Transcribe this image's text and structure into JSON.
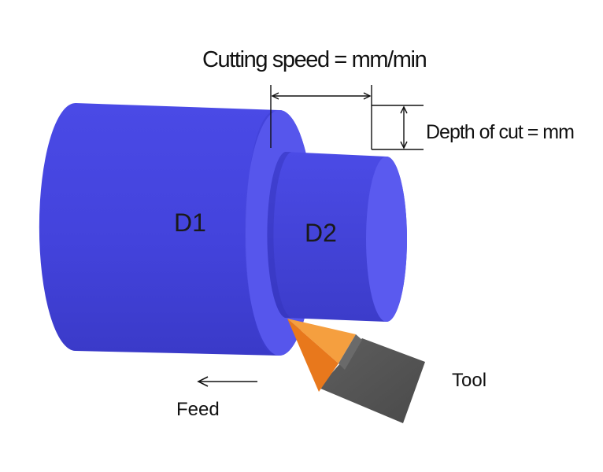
{
  "labels": {
    "cutting_speed": "Cutting speed = mm/min",
    "depth_of_cut": "Depth of cut = mm",
    "d1": "D1",
    "d2": "D2",
    "tool": "Tool",
    "feed": "Feed"
  },
  "colors": {
    "workpiece": "#4747e0",
    "workpiece_face": "#5858ee",
    "tool_body": "#555555",
    "tool_tip": "#f39a3a",
    "tool_tip_dark": "#e6761c",
    "text": "#111111"
  }
}
